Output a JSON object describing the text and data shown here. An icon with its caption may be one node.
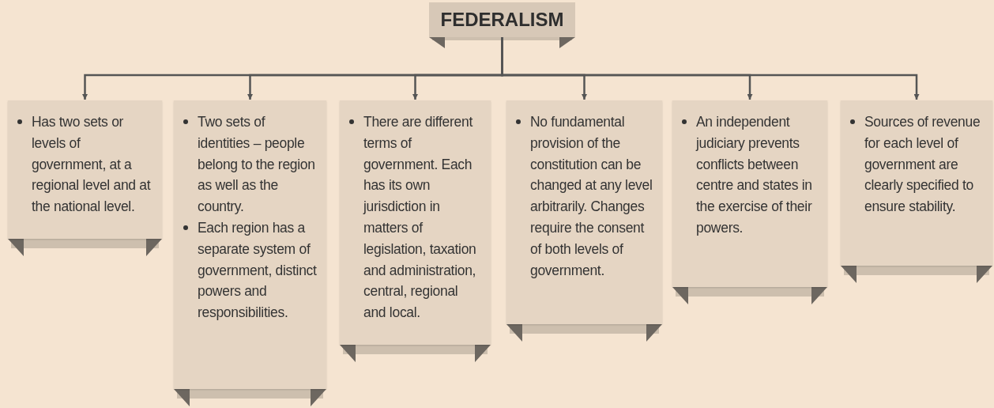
{
  "diagram": {
    "nodes": [
      {
        "text": [
          "FEDERALISM"
        ]
      },
      {
        "text": [
          "Has two sets or levels of government, at a regional level and at the national level."
        ]
      },
      {
        "text": [
          "Two sets of identities – people belong to the region as well as the country.",
          "Each region has a separate system of government, distinct powers and responsibilities."
        ]
      },
      {
        "text": [
          "There are different terms of government. Each has its own jurisdiction in matters of legislation, taxation and administration, central, regional and local."
        ]
      },
      {
        "text": [
          "No fundamental provision of the constitution can be changed at any level arbitrarily. Changes require the consent of both levels of government."
        ]
      },
      {
        "text": [
          "An independent judiciary prevents conflicts between centre and states in the exercise of their powers."
        ]
      },
      {
        "text": [
          "Sources of revenue for each level of government are clearly specified to ensure stability."
        ]
      }
    ],
    "edges": [
      {
        "from": 0,
        "to": 1,
        "arrow": "to"
      },
      {
        "from": 0,
        "to": 2,
        "arrow": "to"
      },
      {
        "from": 0,
        "to": 3,
        "arrow": "to"
      },
      {
        "from": 0,
        "to": 4,
        "arrow": "to"
      },
      {
        "from": 0,
        "to": 5,
        "arrow": "to"
      },
      {
        "from": 0,
        "to": 6,
        "arrow": "to"
      }
    ]
  }
}
